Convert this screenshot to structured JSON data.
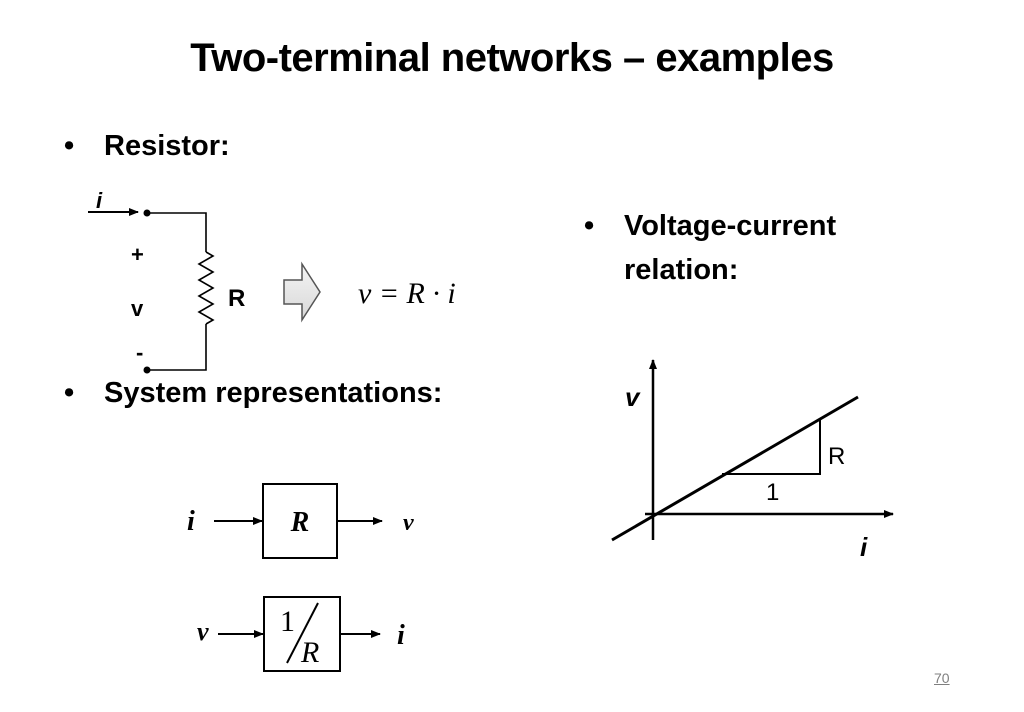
{
  "slide": {
    "title": "Two-terminal networks – examples",
    "page_number": "70"
  },
  "bullets": {
    "resistor": "Resistor:",
    "voltage_current_line1": "Voltage-current",
    "voltage_current_line2": "relation:",
    "system_representations": "System representations:",
    "bullet_glyph": "•"
  },
  "resistor_circuit": {
    "current_label": "i",
    "plus_label": "+",
    "voltage_label": "v",
    "minus_label": "-",
    "resistor_label": "R",
    "equation": "v = R · i"
  },
  "vi_graph": {
    "y_axis_label": "v",
    "x_axis_label": "i",
    "slope_rise_label": "R",
    "slope_run_label": "1"
  },
  "block_diagrams": {
    "block1": {
      "input": "i",
      "block": "R",
      "output": "v"
    },
    "block2": {
      "input": "v",
      "block_numerator": "1",
      "block_denominator": "R",
      "output": "i"
    }
  }
}
